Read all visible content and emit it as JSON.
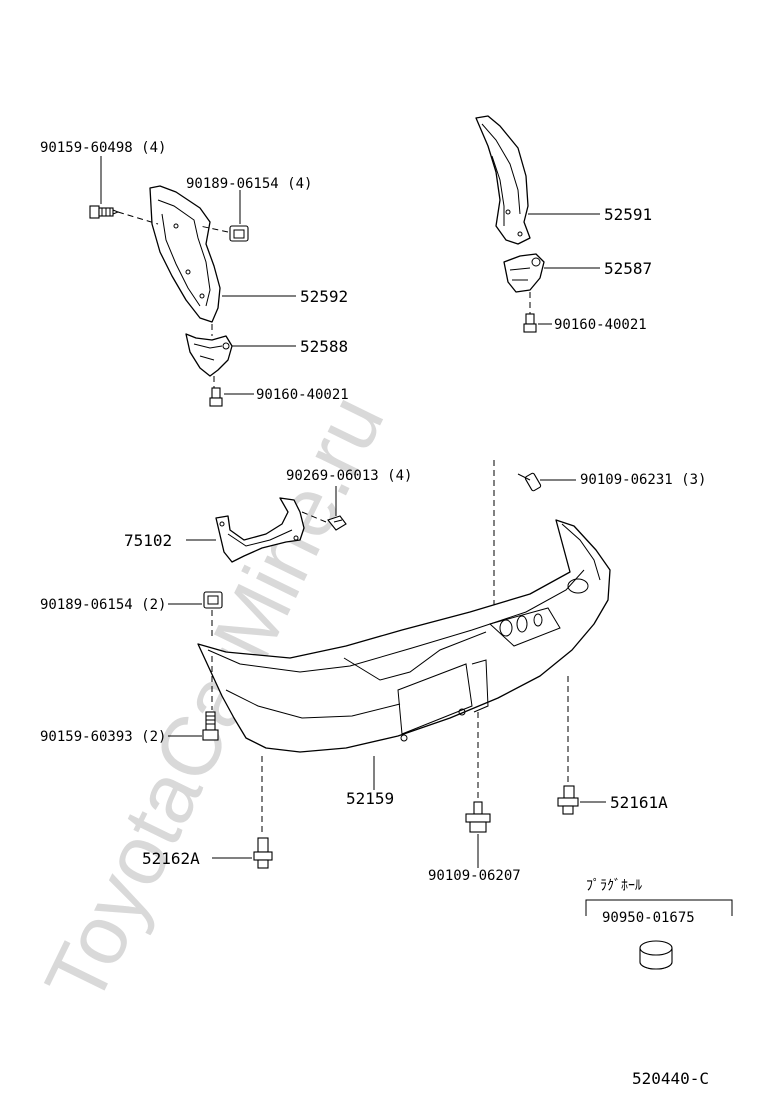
{
  "watermark": "ToyotaCarMine.ru",
  "diagram_code": "520440-C",
  "plug_hole": {
    "title": "ﾌﾟﾗｸﾞﾎｰﾙ",
    "part_number": "90950-01675"
  },
  "labels": {
    "p90159_60498": "90159-60498 (4)",
    "p90189_06154_4": "90189-06154 (4)",
    "p52592": "52592",
    "p52588": "52588",
    "p90160_40021_left": "90160-40021",
    "p52591": "52591",
    "p52587": "52587",
    "p90160_40021_right": "90160-40021",
    "p90269_06013": "90269-06013 (4)",
    "p90109_06231": "90109-06231 (3)",
    "p75102": "75102",
    "p90189_06154_2": "90189-06154 (2)",
    "p90159_60393": "90159-60393 (2)",
    "p52159": "52159",
    "p52161A": "52161A",
    "p52162A": "52162A",
    "p90109_06207": "90109-06207"
  }
}
